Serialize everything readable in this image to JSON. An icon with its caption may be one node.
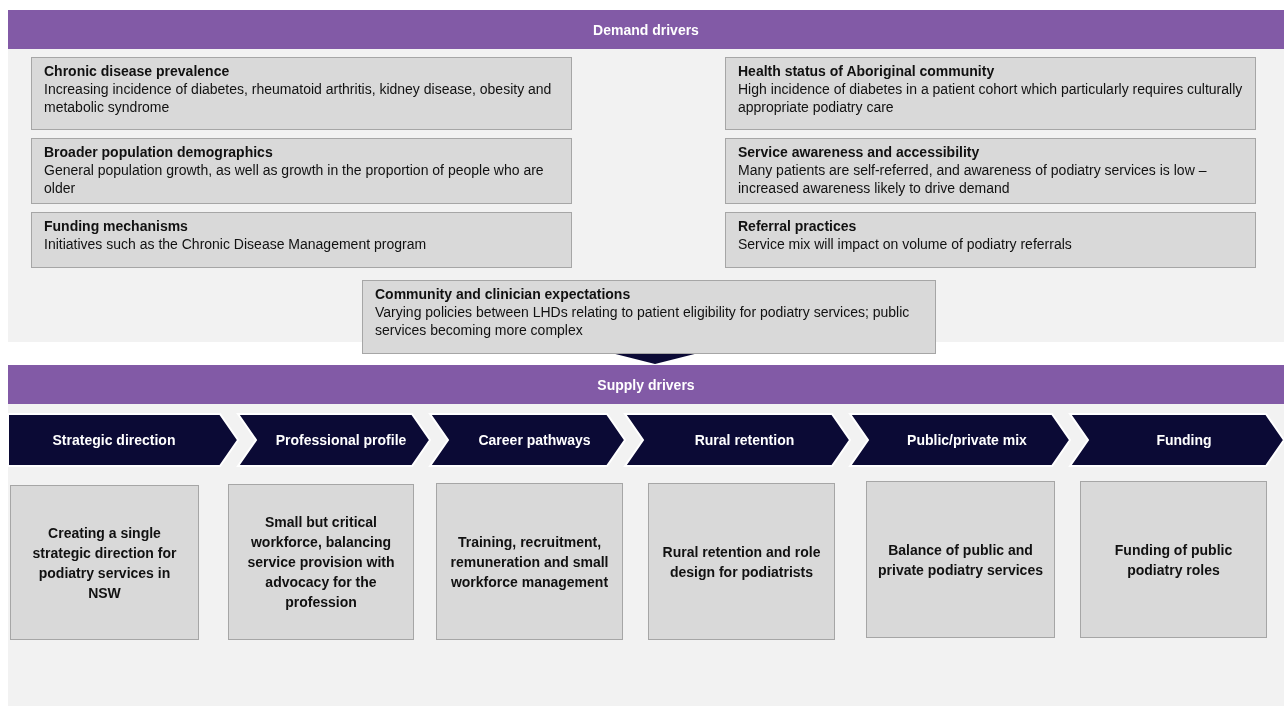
{
  "diagram": {
    "nodes": [
      {
        "text": [
          "Demand drivers"
        ]
      },
      {
        "text": [
          "Chronic disease prevalence",
          "Increasing incidence of diabetes, rheumatoid arthritis, kidney disease, obesity and metabolic syndrome"
        ]
      },
      {
        "text": [
          "Health status of Aboriginal community",
          "High incidence of diabetes in a patient cohort which particularly requires culturally appropriate podiatry care"
        ]
      },
      {
        "text": [
          "Broader population demographics",
          "General population growth, as well as growth in the proportion of people who are older"
        ]
      },
      {
        "text": [
          "Service awareness and accessibility",
          "Many patients are self-referred, and awareness of podiatry services is low – increased awareness likely to drive demand"
        ]
      },
      {
        "text": [
          "Funding mechanisms",
          "Initiatives such as the Chronic Disease Management program"
        ]
      },
      {
        "text": [
          "Referral practices",
          "Service mix will impact on volume of podiatry referrals"
        ]
      },
      {
        "text": [
          "Community and clinician expectations",
          "Varying policies between LHDs relating to patient eligibility for podiatry services; public services becoming more complex"
        ]
      },
      {
        "text": [
          "Supply drivers"
        ]
      },
      {
        "text": [
          "Strategic direction"
        ]
      },
      {
        "text": [
          "Professional profile"
        ]
      },
      {
        "text": [
          "Career pathways"
        ]
      },
      {
        "text": [
          "Rural retention"
        ]
      },
      {
        "text": [
          "Public/private mix"
        ]
      },
      {
        "text": [
          "Funding"
        ]
      },
      {
        "text": [
          "Creating a single strategic direction for podiatry services in NSW"
        ]
      },
      {
        "text": [
          "Small but critical workforce, balancing service provision with advocacy for the profession"
        ]
      },
      {
        "text": [
          "Training, recruitment, remuneration and small workforce management"
        ]
      },
      {
        "text": [
          "Rural retention and role design for podiatrists"
        ]
      },
      {
        "text": [
          "Balance of public and private podiatry services"
        ]
      },
      {
        "text": [
          "Funding of public podiatry roles"
        ]
      }
    ]
  }
}
